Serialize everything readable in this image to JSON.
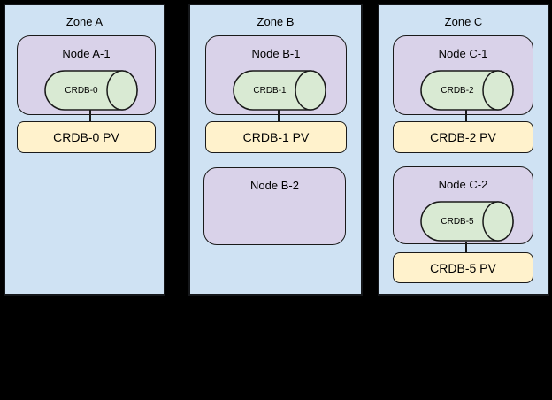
{
  "diagram": {
    "background_color": "#000000",
    "colors": {
      "zone_fill": "#cfe2f3",
      "node_fill": "#d9d2e9",
      "database_fill": "#d9ead3",
      "pv_fill": "#fff2cc",
      "border": "#1a1a1a",
      "text": "#000000"
    },
    "icons": {
      "database": "database-cylinder-icon"
    },
    "zones": [
      {
        "title": "Zone A",
        "nodes": [
          {
            "title": "Node A-1",
            "db": "CRDB-0",
            "pv": "CRDB-0 PV"
          }
        ]
      },
      {
        "title": "Zone B",
        "nodes": [
          {
            "title": "Node B-1",
            "db": "CRDB-1",
            "pv": "CRDB-1 PV"
          },
          {
            "title": "Node B-2"
          }
        ]
      },
      {
        "title": "Zone C",
        "nodes": [
          {
            "title": "Node C-1",
            "db": "CRDB-2",
            "pv": "CRDB-2 PV"
          },
          {
            "title": "Node C-2",
            "db": "CRDB-5",
            "pv": "CRDB-5 PV"
          }
        ]
      }
    ]
  }
}
